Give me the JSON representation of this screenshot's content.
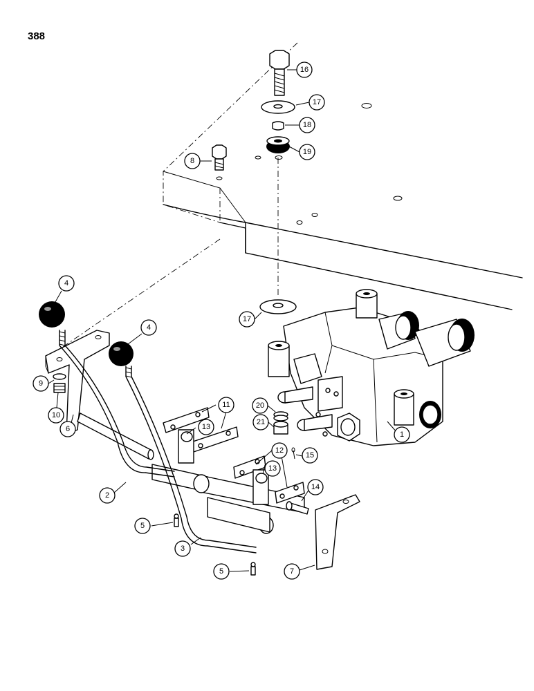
{
  "page": {
    "number": "388"
  },
  "callouts": [
    {
      "id": "c16",
      "label": "16"
    },
    {
      "id": "c17a",
      "label": "17"
    },
    {
      "id": "c18",
      "label": "18"
    },
    {
      "id": "c19",
      "label": "19"
    },
    {
      "id": "c8",
      "label": "8"
    },
    {
      "id": "c4a",
      "label": "4"
    },
    {
      "id": "c4b",
      "label": "4"
    },
    {
      "id": "c17b",
      "label": "17"
    },
    {
      "id": "c9",
      "label": "9"
    },
    {
      "id": "c10",
      "label": "10"
    },
    {
      "id": "c6",
      "label": "6"
    },
    {
      "id": "c11",
      "label": "11"
    },
    {
      "id": "c13a",
      "label": "13"
    },
    {
      "id": "c20",
      "label": "20"
    },
    {
      "id": "c21",
      "label": "21"
    },
    {
      "id": "c12",
      "label": "12"
    },
    {
      "id": "c15",
      "label": "15"
    },
    {
      "id": "c13b",
      "label": "13"
    },
    {
      "id": "c14",
      "label": "14"
    },
    {
      "id": "c1",
      "label": "1"
    },
    {
      "id": "c2",
      "label": "2"
    },
    {
      "id": "c5a",
      "label": "5"
    },
    {
      "id": "c3",
      "label": "3"
    },
    {
      "id": "c5b",
      "label": "5"
    },
    {
      "id": "c7",
      "label": "7"
    }
  ]
}
